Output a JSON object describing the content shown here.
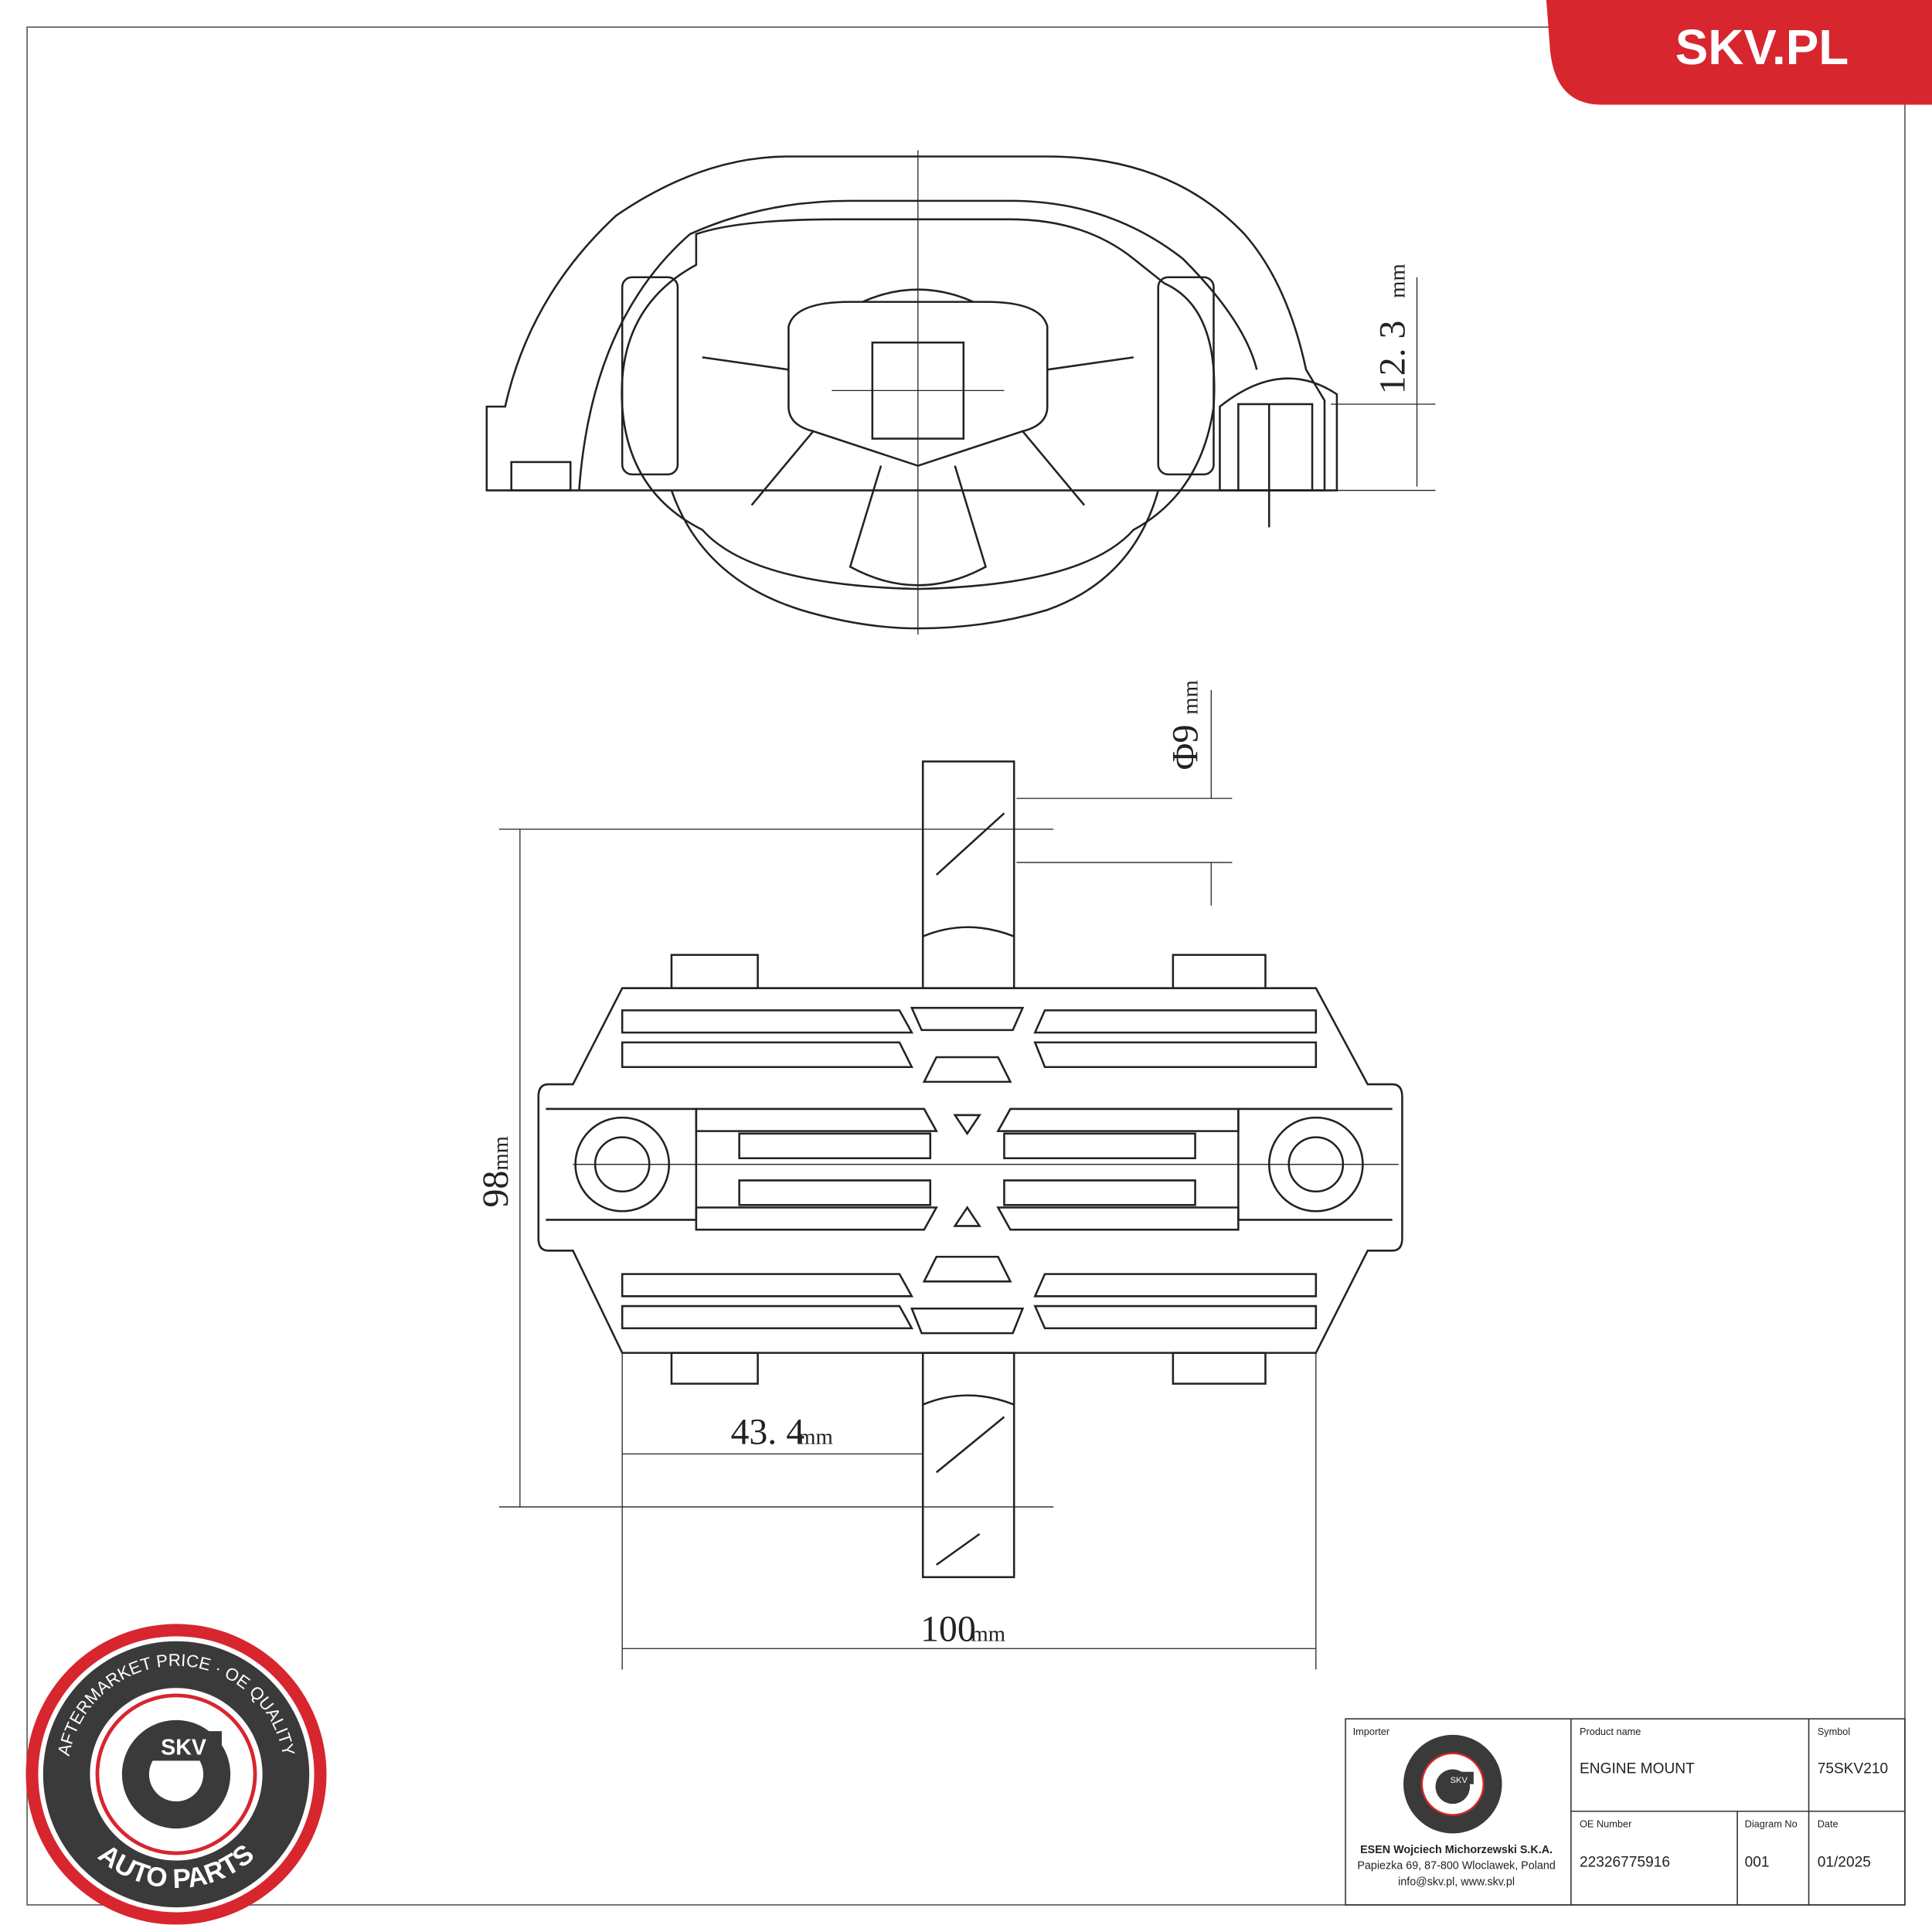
{
  "brand": {
    "banner_text": "SKV.PL",
    "accent_color": "#d7262e",
    "seal_top_text": "AFTERMARKET PRICE · OE QUALITY",
    "seal_bottom_text": "AUTO PARTS",
    "seal_center_text": "SKV"
  },
  "dimensions": {
    "bolt_height": "12. 3",
    "bolt_height_unit": "mm",
    "bolt_diameter": "Φ9",
    "bolt_diameter_unit": "mm",
    "height": "98",
    "height_unit": "mm",
    "offset": "43. 4",
    "offset_unit": "mm",
    "width": "100",
    "width_unit": "mm"
  },
  "title_block": {
    "importer_label": "Importer",
    "importer_name": "ESEN Wojciech Michorzewski S.K.A.",
    "importer_address": "Papiezka 69, 87-800 Wloclawek, Poland",
    "importer_contact": "info@skv.pl, www.skv.pl",
    "product_name_label": "Product name",
    "product_name": "ENGINE MOUNT",
    "symbol_label": "Symbol",
    "symbol": "75SKV210",
    "oe_number_label": "OE Number",
    "oe_number": "22326775916",
    "diagram_no_label": "Diagram No",
    "diagram_no": "001",
    "date_label": "Date",
    "date": "01/2025"
  }
}
